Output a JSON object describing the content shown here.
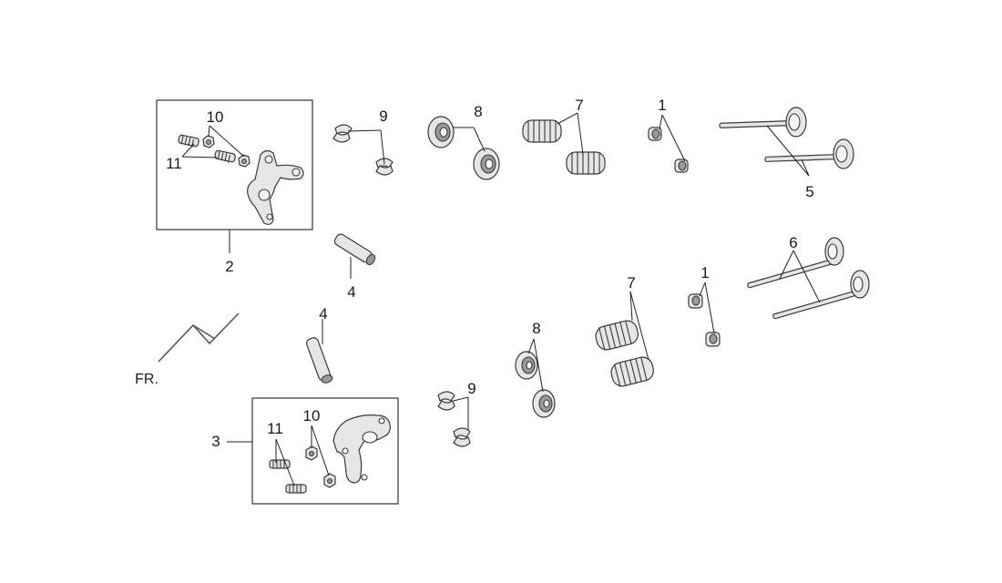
{
  "callouts": {
    "n1_top": "1",
    "n1_bottom": "1",
    "n2": "2",
    "n3": "3",
    "n4_top": "4",
    "n4_bottom": "4",
    "n5": "5",
    "n6": "6",
    "n7_top": "7",
    "n7_bottom": "7",
    "n8_top": "8",
    "n8_bottom": "8",
    "n9_top": "9",
    "n9_bottom": "9",
    "n10_top": "10",
    "n10_bottom": "10",
    "n11_top": "11",
    "n11_bottom": "11"
  },
  "front_arrow": {
    "label": "FR."
  }
}
